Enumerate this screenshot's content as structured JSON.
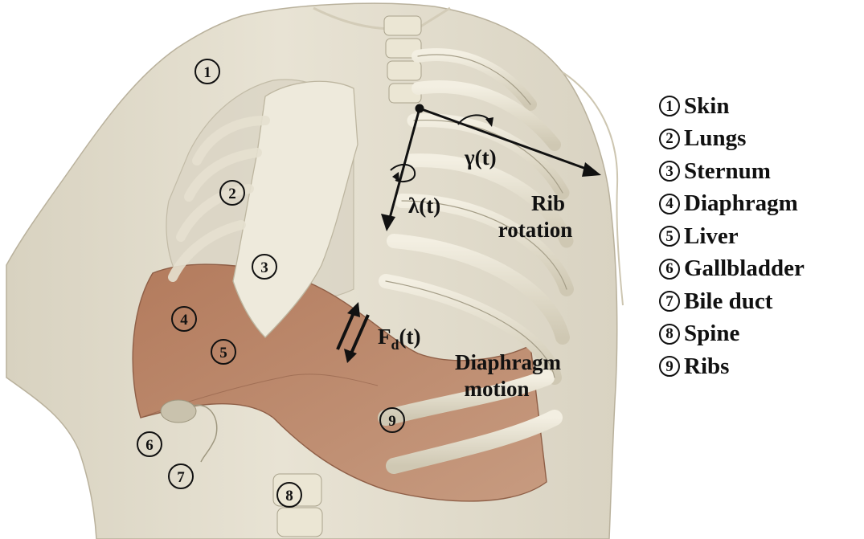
{
  "markers": [
    "1",
    "2",
    "3",
    "4",
    "5",
    "6",
    "7",
    "8",
    "9"
  ],
  "legend": [
    {
      "num": "1",
      "label": "Skin"
    },
    {
      "num": "2",
      "label": "Lungs"
    },
    {
      "num": "3",
      "label": "Sternum"
    },
    {
      "num": "4",
      "label": "Diaphragm"
    },
    {
      "num": "5",
      "label": "Liver"
    },
    {
      "num": "6",
      "label": "Gallbladder"
    },
    {
      "num": "7",
      "label": "Bile duct"
    },
    {
      "num": "8",
      "label": "Spine"
    },
    {
      "num": "9",
      "label": "Ribs"
    }
  ],
  "annotations": {
    "gamma": "γ(t)",
    "lambda": "λ(t)",
    "rib_rotation_line1": "Rib",
    "rib_rotation_line2": "rotation",
    "force_main": "F",
    "force_sub": "d",
    "force_tail": "(t)",
    "diaphragm_motion_line1": "Diaphragm",
    "diaphragm_motion_line2": "motion"
  },
  "colors": {
    "skin": "#e4dfcf",
    "skin_shadow": "#cfc8b4",
    "bone": "#ebe6d4",
    "bone_shadow": "#bdb6a0",
    "liver": "#b88467",
    "liver_dark": "#8f5f47",
    "ink": "#111111"
  }
}
